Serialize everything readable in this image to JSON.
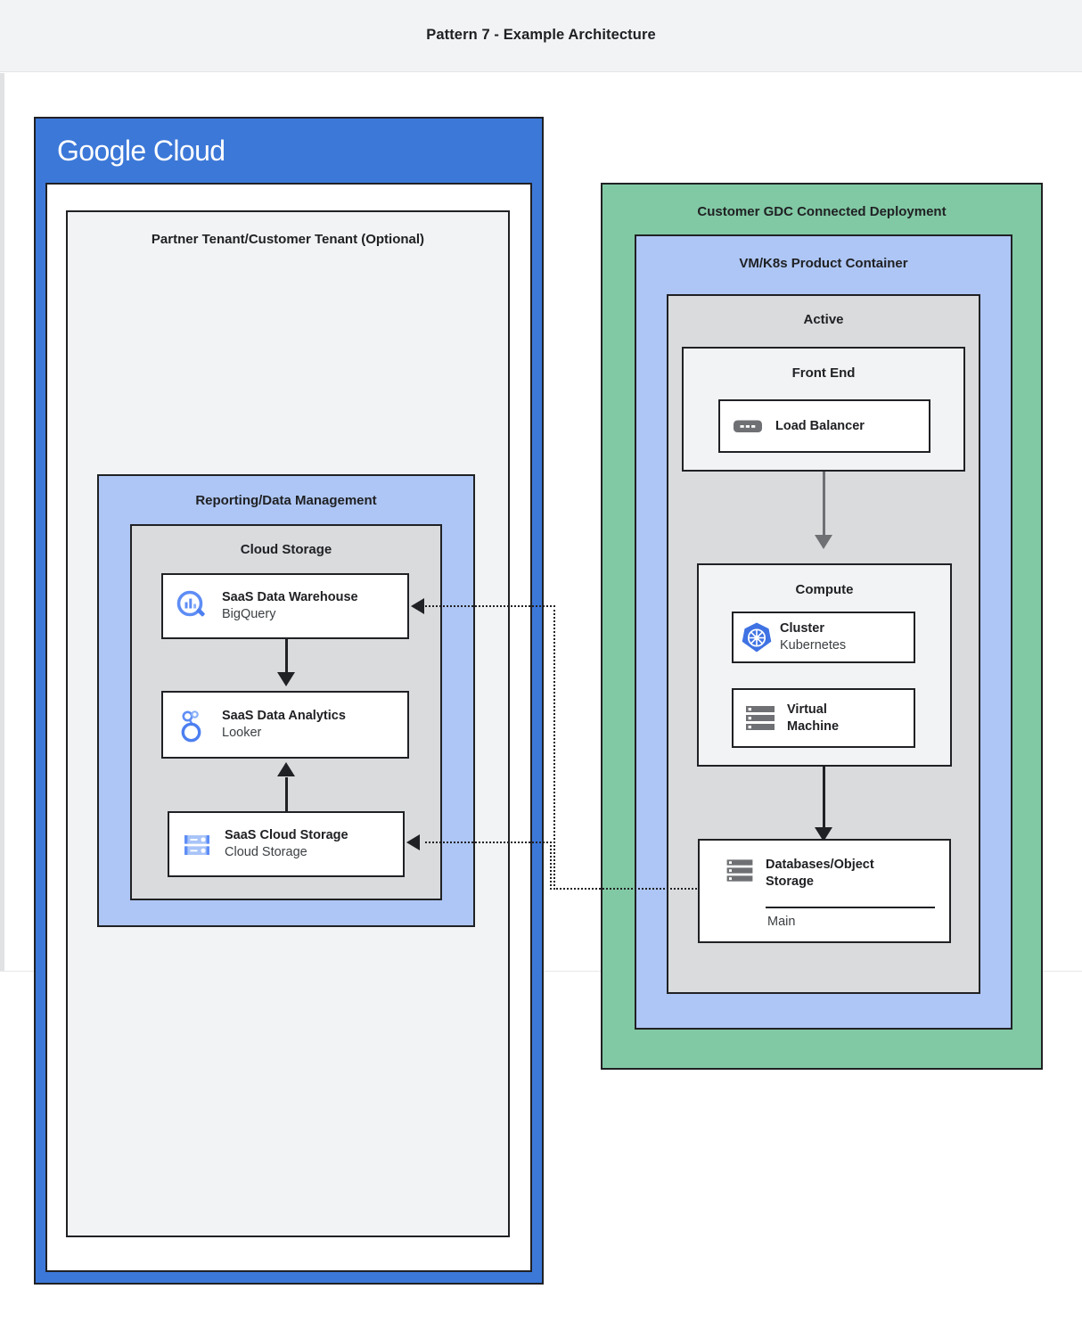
{
  "page": {
    "title": "Pattern 7 - Example Architecture"
  },
  "colors": {
    "google_blue": "#3c78d8",
    "light_blue": "#aec6f5",
    "green": "#81c9a4",
    "gray": "#d9dbdd",
    "light_gray": "#f1f3f4",
    "stroke": "#202124",
    "icon_blue": "#5e8df5",
    "icon_gray": "#6e7073",
    "k8s_blue": "#3f72e3"
  },
  "google_cloud": {
    "wordmark_first": "Google",
    "wordmark_second": "Cloud",
    "tenant": {
      "label": "Partner Tenant/Customer Tenant (Optional)",
      "reporting": {
        "label": "Reporting/Data Management",
        "cloud_storage_group": {
          "label": "Cloud Storage",
          "nodes": [
            {
              "icon": "bigquery-icon",
              "title": "SaaS Data Warehouse",
              "subtitle": "BigQuery"
            },
            {
              "icon": "looker-icon",
              "title": "SaaS Data Analytics",
              "subtitle": "Looker"
            },
            {
              "icon": "cloud-storage-icon",
              "title": "SaaS Cloud Storage",
              "subtitle": "Cloud Storage"
            }
          ]
        }
      }
    }
  },
  "gdc": {
    "label": "Customer GDC Connected Deployment",
    "product_container": {
      "label": "VM/K8s Product Container",
      "active": {
        "label": "Active",
        "front_end": {
          "label": "Front End",
          "node": {
            "icon": "load-balancer-icon",
            "title": "Load Balancer",
            "subtitle": ""
          }
        },
        "compute": {
          "label": "Compute",
          "nodes": [
            {
              "icon": "kubernetes-icon",
              "title": "Cluster",
              "subtitle": "Kubernetes"
            },
            {
              "icon": "virtual-machine-icon",
              "title": "Virtual",
              "title2": "Machine",
              "subtitle": ""
            }
          ]
        },
        "database": {
          "icon": "database-icon",
          "title": "Databases/Object",
          "title2": "Storage",
          "section": "Main"
        }
      }
    }
  },
  "connectors": [
    {
      "name": "frontend-to-compute",
      "style": "solid",
      "color": "#6e7073"
    },
    {
      "name": "compute-to-database",
      "style": "solid",
      "color": "#202124"
    },
    {
      "name": "bigquery-to-looker",
      "style": "solid",
      "color": "#202124"
    },
    {
      "name": "cloudstorage-to-looker",
      "style": "solid",
      "color": "#202124"
    },
    {
      "name": "database-to-bigquery",
      "style": "dotted",
      "color": "#202124"
    },
    {
      "name": "database-to-cloudstorage",
      "style": "dotted",
      "color": "#202124"
    }
  ]
}
